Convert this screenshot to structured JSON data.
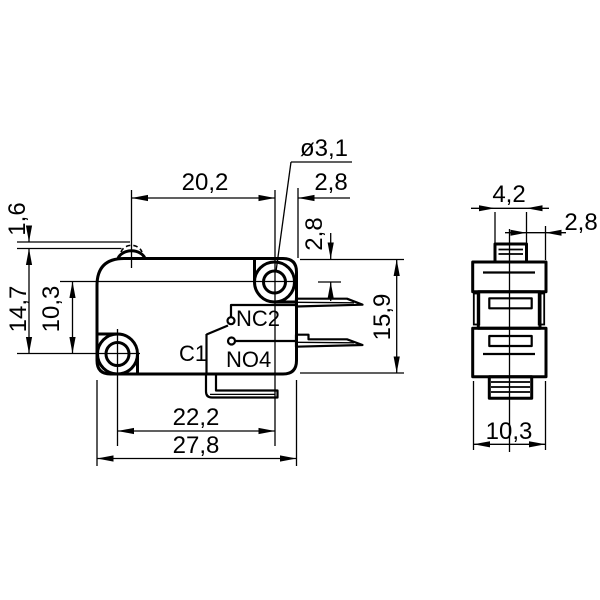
{
  "front": {
    "top_span": "20,2",
    "hole_dia": "ø3,1",
    "hole_off_x": "2,8",
    "hole_off_y": "2,8",
    "pretravel": "1,6",
    "op_height": "14,7",
    "hole_height": "10,3",
    "total_height": "15,9",
    "hole_span": "22,2",
    "total_width": "27,8",
    "nc": "NC2",
    "common": "C1",
    "no": "NO4"
  },
  "side": {
    "plunger_width": "4,2",
    "edge_offset": "2,8",
    "depth": "10,3"
  }
}
